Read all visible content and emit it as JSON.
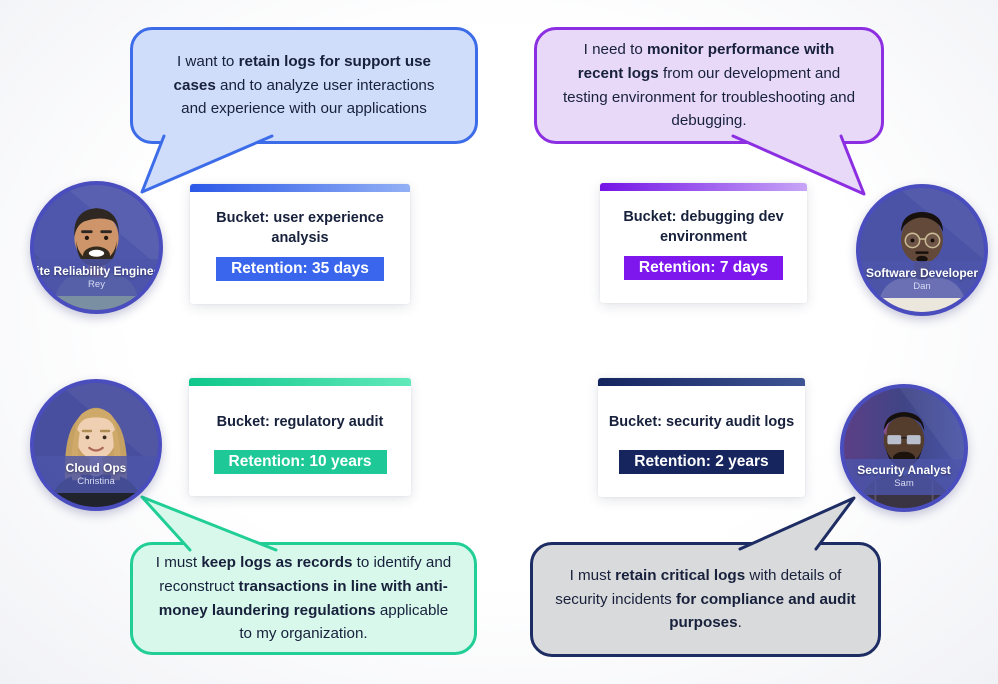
{
  "text_color": "#18213c",
  "personas": [
    {
      "key": "site-reliability-engineer",
      "role": "Site Reliability Engineer",
      "name": "Rey",
      "bubble": [
        {
          "t": "I want to "
        },
        {
          "t": "retain logs for support use cases",
          "b": true
        },
        {
          "t": " and to analyze user interactions and experience with our applications"
        }
      ],
      "bucket_title": "Bucket: user experience analysis",
      "retention": "Retention: 35 days",
      "colors": {
        "bubble_fill": "#cfddfa",
        "bubble_border": "#3d6ce9",
        "bar_from": "#2a58e8",
        "bar_to": "#93b0f5",
        "badge": "#3a66ee"
      }
    },
    {
      "key": "software-developer",
      "role": "Software Developer",
      "name": "Dan",
      "bubble": [
        {
          "t": "I need to "
        },
        {
          "t": "monitor performance with recent logs",
          "b": true
        },
        {
          "t": " from our development and testing environment for troubleshooting and debugging."
        }
      ],
      "bucket_title": "Bucket: debugging dev environment",
      "retention": "Retention: 7 days",
      "colors": {
        "bubble_fill": "#e9d9f8",
        "bubble_border": "#8c2ee2",
        "bar_from": "#7414e6",
        "bar_to": "#c7a5f6",
        "badge": "#7d17ee"
      }
    },
    {
      "key": "cloud-ops",
      "role": "Cloud Ops",
      "name": "Christina",
      "bubble": [
        {
          "t": "I must "
        },
        {
          "t": "keep logs as records",
          "b": true
        },
        {
          "t": " to identify and reconstruct "
        },
        {
          "t": "transactions in line with anti-money laundering regulations",
          "b": true
        },
        {
          "t": " applicable to my organization."
        }
      ],
      "bucket_title": "Bucket: regulatory audit",
      "retention": "Retention: 10 years",
      "colors": {
        "bubble_fill": "#d8f8eb",
        "bubble_border": "#21ce96",
        "bar_from": "#0ec78b",
        "bar_to": "#62e9ba",
        "badge": "#1ec997"
      }
    },
    {
      "key": "security-analyst",
      "role": "Security Analyst",
      "name": "Sam",
      "bubble": [
        {
          "t": "I must "
        },
        {
          "t": "retain critical logs",
          "b": true
        },
        {
          "t": " with details of security incidents "
        },
        {
          "t": "for compliance and audit purposes",
          "b": true
        },
        {
          "t": "."
        }
      ],
      "bucket_title": "Bucket: security audit logs",
      "retention": "Retention: 2 years",
      "colors": {
        "bubble_fill": "#d9dadc",
        "bubble_border": "#1d2c63",
        "bar_from": "#14245f",
        "bar_to": "#3f5494",
        "badge": "#16255e"
      }
    }
  ]
}
